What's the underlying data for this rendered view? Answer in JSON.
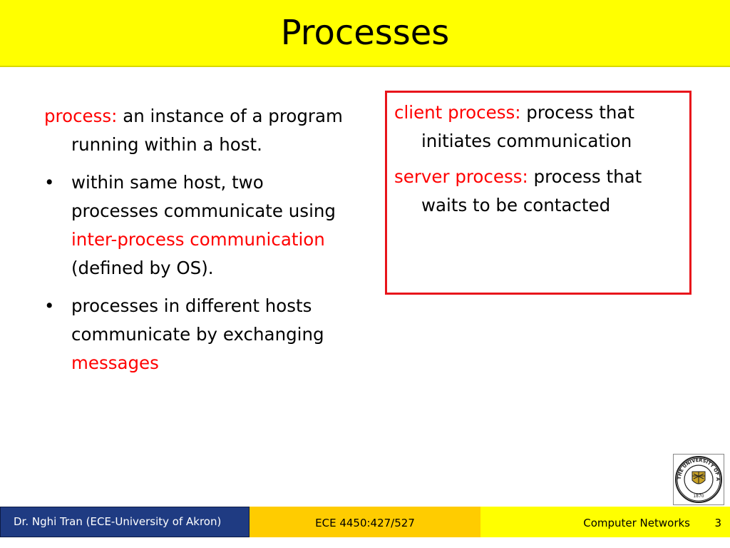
{
  "slide": {
    "title": "Processes"
  },
  "left": {
    "intro": {
      "term": "process:",
      "text": " an instance of a program running within a host."
    },
    "bullet_symbol": "•",
    "bullet1": {
      "text_a": "within same host, two processes communicate using  ",
      "highlight": "inter-process communication",
      "text_b": " (defined by OS)."
    },
    "bullet2": {
      "text_a": "processes in different hosts communicate by exchanging ",
      "highlight": "messages"
    }
  },
  "box": {
    "client": {
      "term": "client process:",
      "text": " process that initiates communication"
    },
    "server": {
      "term": "server process:",
      "text": " process that waits to be contacted"
    }
  },
  "logo": {
    "name": "university-of-akron-seal",
    "text_top": "THE UNIVERSITY OF AKRON",
    "year": "1870"
  },
  "footer": {
    "author": "Dr. Nghi Tran (ECE-University of Akron)",
    "course_code": "ECE 4450:427/527",
    "course_name": "Computer Networks",
    "page_number": "3"
  },
  "colors": {
    "title_bar": "#ffff00",
    "highlight": "#ff0000",
    "box_border": "#e8141b",
    "footer_left": "#1f3b82",
    "footer_mid": "#ffcc00",
    "footer_right": "#ffff00"
  }
}
